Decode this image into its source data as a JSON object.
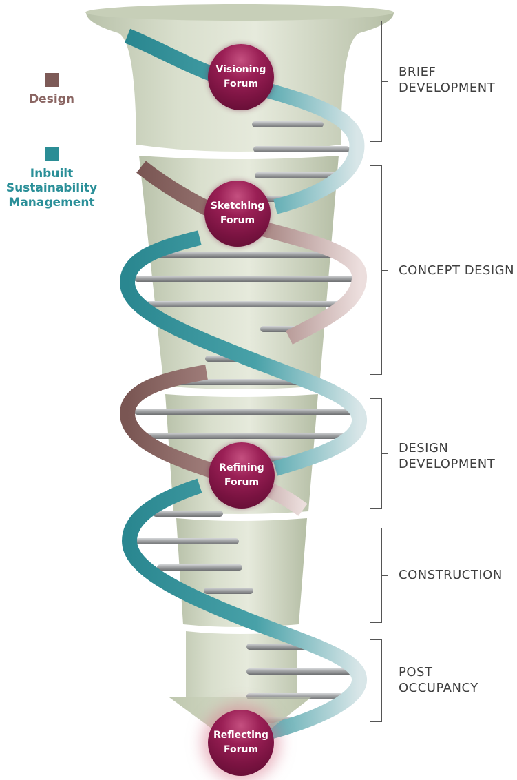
{
  "legend": {
    "design_label": "Design",
    "isb_label": "Inbuilt\nSustainability\nManagement",
    "design_color": "#7d5a57",
    "isb_color": "#2b8d95"
  },
  "stages": [
    {
      "label": "BRIEF\nDEVELOPMENT"
    },
    {
      "label": "CONCEPT DESIGN"
    },
    {
      "label": "DESIGN\nDEVELOPMENT"
    },
    {
      "label": "CONSTRUCTION"
    },
    {
      "label": "POST\nOCCUPANCY"
    }
  ],
  "forums": [
    {
      "label": "Visioning\nForum"
    },
    {
      "label": "Sketching\nForum"
    },
    {
      "label": "Refining\nForum"
    },
    {
      "label": "Reflecting\nForum"
    }
  ],
  "colors": {
    "funnel": "#cfd6c2",
    "helix_teal": "#2f8e97",
    "helix_brown": "#866360",
    "forum": "#8a1a4c",
    "rung": "#9a9c9e"
  }
}
